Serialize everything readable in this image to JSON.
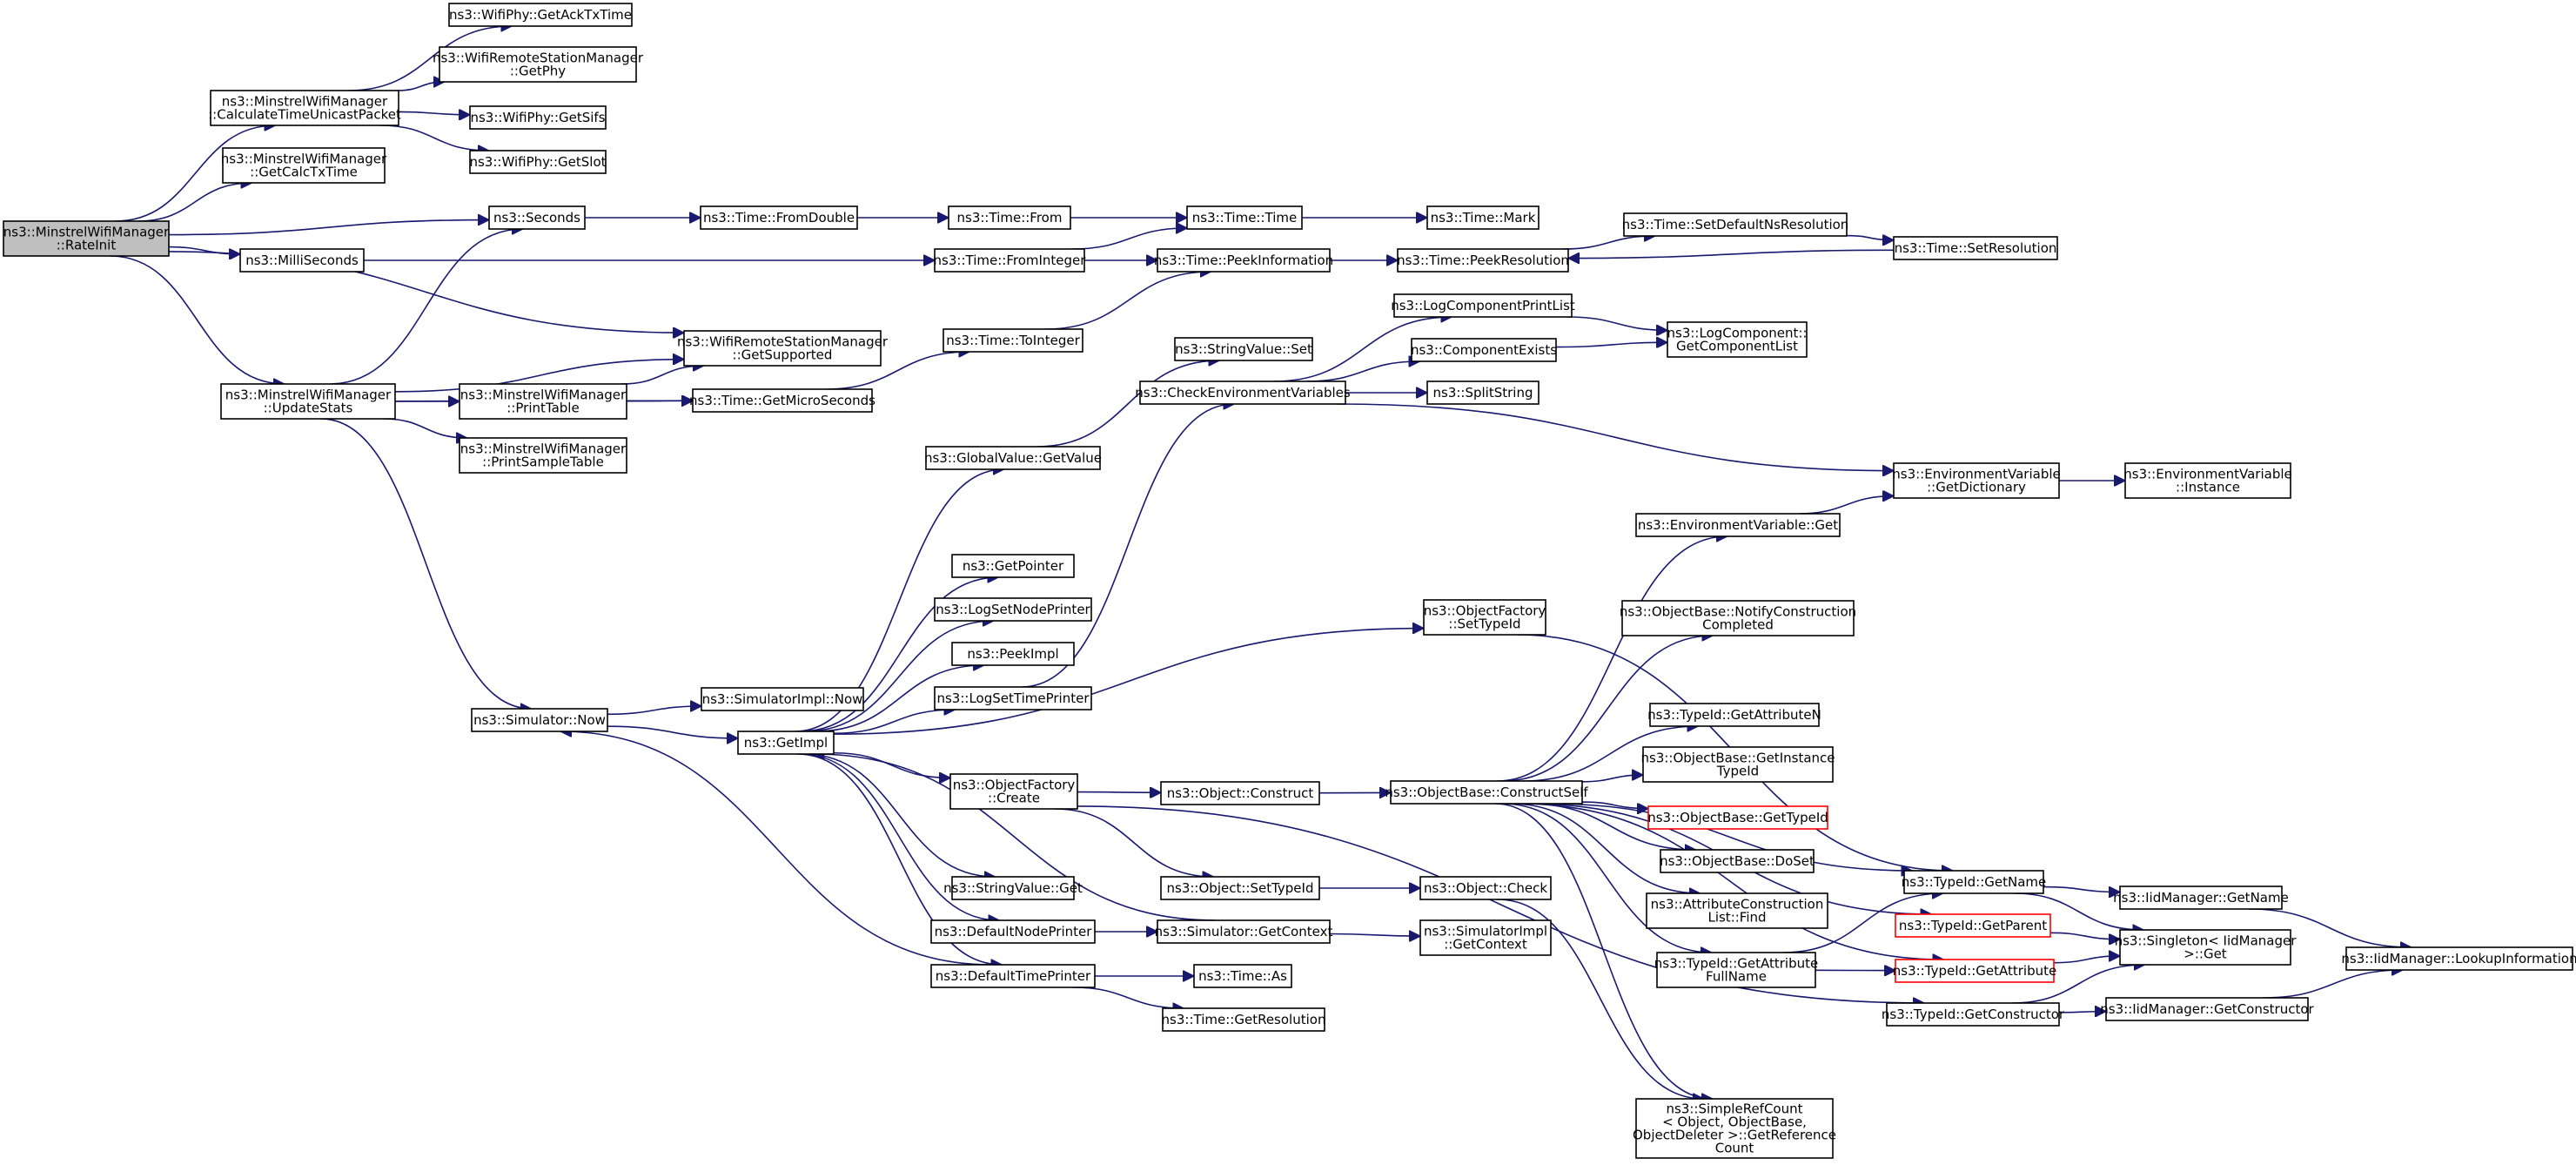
{
  "colors": {
    "edge": "#191970",
    "root_fill": "#bfbfbf",
    "node_fill": "#ffffff",
    "node_border": "#000000",
    "highlight_border": "#ff0000"
  },
  "nodes": [
    {
      "id": "rateinit",
      "lines": [
        "ns3::MinstrelWifiManager",
        "::RateInit"
      ],
      "style": "root"
    },
    {
      "id": "calcunicast",
      "lines": [
        "ns3::MinstrelWifiManager",
        "::CalculateTimeUnicastPacket"
      ]
    },
    {
      "id": "getcalctx",
      "lines": [
        "ns3::MinstrelWifiManager",
        "::GetCalcTxTime"
      ]
    },
    {
      "id": "seconds",
      "lines": [
        "ns3::Seconds"
      ]
    },
    {
      "id": "milliseconds",
      "lines": [
        "ns3::MilliSeconds"
      ]
    },
    {
      "id": "updatestats",
      "lines": [
        "ns3::MinstrelWifiManager",
        "::UpdateStats"
      ]
    },
    {
      "id": "simnow",
      "lines": [
        "ns3::Simulator::Now"
      ]
    },
    {
      "id": "getacktx",
      "lines": [
        "ns3::WifiPhy::GetAckTxTime"
      ]
    },
    {
      "id": "getphy",
      "lines": [
        "ns3::WifiRemoteStationManager",
        "::GetPhy"
      ]
    },
    {
      "id": "getsifs",
      "lines": [
        "ns3::WifiPhy::GetSifs"
      ]
    },
    {
      "id": "getslot",
      "lines": [
        "ns3::WifiPhy::GetSlot"
      ]
    },
    {
      "id": "fromdouble",
      "lines": [
        "ns3::Time::FromDouble"
      ]
    },
    {
      "id": "getsupported",
      "lines": [
        "ns3::WifiRemoteStationManager",
        "::GetSupported"
      ]
    },
    {
      "id": "printtable",
      "lines": [
        "ns3::MinstrelWifiManager",
        "::PrintTable"
      ]
    },
    {
      "id": "printsample",
      "lines": [
        "ns3::MinstrelWifiManager",
        "::PrintSampleTable"
      ]
    },
    {
      "id": "getmicro",
      "lines": [
        "ns3::Time::GetMicroSeconds"
      ]
    },
    {
      "id": "simimplnow",
      "lines": [
        "ns3::SimulatorImpl::Now"
      ]
    },
    {
      "id": "getimpl",
      "lines": [
        "ns3::GetImpl"
      ]
    },
    {
      "id": "timefrom",
      "lines": [
        "ns3::Time::From"
      ]
    },
    {
      "id": "frominteger",
      "lines": [
        "ns3::Time::FromInteger"
      ]
    },
    {
      "id": "tointeger",
      "lines": [
        "ns3::Time::ToInteger"
      ]
    },
    {
      "id": "gvgetvalue",
      "lines": [
        "ns3::GlobalValue::GetValue"
      ]
    },
    {
      "id": "getpointer",
      "lines": [
        "ns3::GetPointer"
      ]
    },
    {
      "id": "logsetnode",
      "lines": [
        "ns3::LogSetNodePrinter"
      ]
    },
    {
      "id": "peekimpl",
      "lines": [
        "ns3::PeekImpl"
      ]
    },
    {
      "id": "logsettime",
      "lines": [
        "ns3::LogSetTimePrinter"
      ]
    },
    {
      "id": "ofcreate",
      "lines": [
        "ns3::ObjectFactory",
        "::Create"
      ]
    },
    {
      "id": "svget",
      "lines": [
        "ns3::StringValue::Get"
      ]
    },
    {
      "id": "defnodeprinter",
      "lines": [
        "ns3::DefaultNodePrinter"
      ]
    },
    {
      "id": "deftimeprinter",
      "lines": [
        "ns3::DefaultTimePrinter"
      ]
    },
    {
      "id": "timetime",
      "lines": [
        "ns3::Time::Time"
      ]
    },
    {
      "id": "peekinfo",
      "lines": [
        "ns3::Time::PeekInformation"
      ]
    },
    {
      "id": "svset",
      "lines": [
        "ns3::StringValue::Set"
      ]
    },
    {
      "id": "checkenv",
      "lines": [
        "ns3::CheckEnvironmentVariables"
      ]
    },
    {
      "id": "objconstruct",
      "lines": [
        "ns3::Object::Construct"
      ]
    },
    {
      "id": "objsettypeid",
      "lines": [
        "ns3::Object::SetTypeId"
      ]
    },
    {
      "id": "simgetctx",
      "lines": [
        "ns3::Simulator::GetContext"
      ]
    },
    {
      "id": "timeas",
      "lines": [
        "ns3::Time::As"
      ]
    },
    {
      "id": "timegetres",
      "lines": [
        "ns3::Time::GetResolution"
      ]
    },
    {
      "id": "timemark",
      "lines": [
        "ns3::Time::Mark"
      ]
    },
    {
      "id": "peekres",
      "lines": [
        "ns3::Time::PeekResolution"
      ]
    },
    {
      "id": "logcompprint",
      "lines": [
        "ns3::LogComponentPrintList"
      ]
    },
    {
      "id": "compexists",
      "lines": [
        "ns3::ComponentExists"
      ]
    },
    {
      "id": "splitstring",
      "lines": [
        "ns3::SplitString"
      ]
    },
    {
      "id": "ofsettypeid",
      "lines": [
        "ns3::ObjectFactory",
        "::SetTypeId"
      ]
    },
    {
      "id": "obconstructself",
      "lines": [
        "ns3::ObjectBase::ConstructSelf"
      ]
    },
    {
      "id": "objcheck",
      "lines": [
        "ns3::Object::Check"
      ]
    },
    {
      "id": "simimplgetctx",
      "lines": [
        "ns3::SimulatorImpl",
        "::GetContext"
      ]
    },
    {
      "id": "setdefaultres",
      "lines": [
        "ns3::Time::SetDefaultNsResolution"
      ]
    },
    {
      "id": "logcompgetlist",
      "lines": [
        "ns3::LogComponent::",
        "GetComponentList"
      ]
    },
    {
      "id": "envget",
      "lines": [
        "ns3::EnvironmentVariable::Get"
      ]
    },
    {
      "id": "obnotify",
      "lines": [
        "ns3::ObjectBase::NotifyConstruction",
        "Completed"
      ]
    },
    {
      "id": "tidgetattrn",
      "lines": [
        "ns3::TypeId::GetAttributeN"
      ]
    },
    {
      "id": "obgetinstance",
      "lines": [
        "ns3::ObjectBase::GetInstance",
        "TypeId"
      ]
    },
    {
      "id": "obgettypeid",
      "lines": [
        "ns3::ObjectBase::GetTypeId"
      ],
      "style": "red"
    },
    {
      "id": "obdoset",
      "lines": [
        "ns3::ObjectBase::DoSet"
      ]
    },
    {
      "id": "acllistfind",
      "lines": [
        "ns3::AttributeConstruction",
        "List::Find"
      ]
    },
    {
      "id": "tidgetattrfull",
      "lines": [
        "ns3::TypeId::GetAttribute",
        "FullName"
      ]
    },
    {
      "id": "simplerefcount",
      "lines": [
        "ns3::SimpleRefCount",
        "< Object, ObjectBase,",
        "ObjectDeleter >::GetReference",
        "Count"
      ]
    },
    {
      "id": "timesetres",
      "lines": [
        "ns3::Time::SetResolution"
      ]
    },
    {
      "id": "envgetdict",
      "lines": [
        "ns3::EnvironmentVariable",
        "::GetDictionary"
      ]
    },
    {
      "id": "tidgetname",
      "lines": [
        "ns3::TypeId::GetName"
      ]
    },
    {
      "id": "tidgetparent",
      "lines": [
        "ns3::TypeId::GetParent"
      ],
      "style": "red"
    },
    {
      "id": "tidgetattribute",
      "lines": [
        "ns3::TypeId::GetAttribute"
      ],
      "style": "red"
    },
    {
      "id": "tidgetconstructor",
      "lines": [
        "ns3::TypeId::GetConstructor"
      ]
    },
    {
      "id": "envinstance",
      "lines": [
        "ns3::EnvironmentVariable",
        "::Instance"
      ]
    },
    {
      "id": "iidgetname",
      "lines": [
        "ns3::IidManager::GetName"
      ]
    },
    {
      "id": "singletonget",
      "lines": [
        "ns3::Singleton< IidManager",
        ">::Get"
      ]
    },
    {
      "id": "iidgetconstructor",
      "lines": [
        "ns3::IidManager::GetConstructor"
      ]
    },
    {
      "id": "iidlookup",
      "lines": [
        "ns3::IidManager::LookupInformation"
      ]
    }
  ],
  "edges": [
    [
      "rateinit",
      "calcunicast"
    ],
    [
      "rateinit",
      "getcalctx"
    ],
    [
      "rateinit",
      "seconds"
    ],
    [
      "rateinit",
      "milliseconds"
    ],
    [
      "rateinit",
      "updatestats"
    ],
    [
      "rateinit",
      "getsupported"
    ],
    [
      "calcunicast",
      "getacktx"
    ],
    [
      "calcunicast",
      "getphy"
    ],
    [
      "calcunicast",
      "getsifs"
    ],
    [
      "calcunicast",
      "getslot"
    ],
    [
      "seconds",
      "fromdouble"
    ],
    [
      "fromdouble",
      "timefrom"
    ],
    [
      "timefrom",
      "timetime"
    ],
    [
      "timetime",
      "timemark"
    ],
    [
      "milliseconds",
      "frominteger"
    ],
    [
      "frominteger",
      "timetime"
    ],
    [
      "frominteger",
      "peekinfo"
    ],
    [
      "peekinfo",
      "peekres"
    ],
    [
      "peekres",
      "setdefaultres"
    ],
    [
      "setdefaultres",
      "timesetres"
    ],
    [
      "timesetres",
      "peekres"
    ],
    [
      "updatestats",
      "seconds"
    ],
    [
      "updatestats",
      "getsupported"
    ],
    [
      "updatestats",
      "printtable"
    ],
    [
      "updatestats",
      "printsample"
    ],
    [
      "updatestats",
      "getmicro"
    ],
    [
      "updatestats",
      "simnow"
    ],
    [
      "printtable",
      "getsupported"
    ],
    [
      "printtable",
      "getmicro"
    ],
    [
      "getmicro",
      "tointeger"
    ],
    [
      "tointeger",
      "peekinfo"
    ],
    [
      "simnow",
      "simimplnow"
    ],
    [
      "simnow",
      "getimpl"
    ],
    [
      "getimpl",
      "gvgetvalue"
    ],
    [
      "getimpl",
      "getpointer"
    ],
    [
      "getimpl",
      "logsetnode"
    ],
    [
      "getimpl",
      "peekimpl"
    ],
    [
      "getimpl",
      "logsettime"
    ],
    [
      "getimpl",
      "ofsettypeid"
    ],
    [
      "getimpl",
      "ofcreate"
    ],
    [
      "getimpl",
      "svget"
    ],
    [
      "getimpl",
      "defnodeprinter"
    ],
    [
      "getimpl",
      "deftimeprinter"
    ],
    [
      "gvgetvalue",
      "svset"
    ],
    [
      "logsettime",
      "checkenv"
    ],
    [
      "checkenv",
      "logcompprint"
    ],
    [
      "checkenv",
      "compexists"
    ],
    [
      "checkenv",
      "splitstring"
    ],
    [
      "checkenv",
      "envgetdict"
    ],
    [
      "logcompprint",
      "logcompgetlist"
    ],
    [
      "compexists",
      "logcompgetlist"
    ],
    [
      "envgetdict",
      "envinstance"
    ],
    [
      "ofsettypeid",
      "tidgetname"
    ],
    [
      "ofcreate",
      "objconstruct"
    ],
    [
      "ofcreate",
      "objsettypeid"
    ],
    [
      "ofcreate",
      "tidgetconstructor"
    ],
    [
      "objconstruct",
      "obconstructself"
    ],
    [
      "objsettypeid",
      "objcheck"
    ],
    [
      "objcheck",
      "simplerefcount"
    ],
    [
      "simgetctx",
      "getimpl"
    ],
    [
      "simgetctx",
      "simimplgetctx"
    ],
    [
      "defnodeprinter",
      "simgetctx"
    ],
    [
      "deftimeprinter",
      "simnow"
    ],
    [
      "deftimeprinter",
      "timeas"
    ],
    [
      "deftimeprinter",
      "timegetres"
    ],
    [
      "obconstructself",
      "envget"
    ],
    [
      "obconstructself",
      "obnotify"
    ],
    [
      "obconstructself",
      "tidgetattrn"
    ],
    [
      "obconstructself",
      "obgetinstance"
    ],
    [
      "obconstructself",
      "obgettypeid"
    ],
    [
      "obconstructself",
      "obdoset"
    ],
    [
      "obconstructself",
      "acllistfind"
    ],
    [
      "obconstructself",
      "tidgetattrfull"
    ],
    [
      "obconstructself",
      "tidgetname"
    ],
    [
      "obconstructself",
      "tidgetparent"
    ],
    [
      "obconstructself",
      "tidgetattribute"
    ],
    [
      "obconstructself",
      "simplerefcount"
    ],
    [
      "envget",
      "envgetdict"
    ],
    [
      "tidgetattrfull",
      "tidgetname"
    ],
    [
      "tidgetattrfull",
      "tidgetattribute"
    ],
    [
      "tidgetname",
      "iidgetname"
    ],
    [
      "tidgetname",
      "singletonget"
    ],
    [
      "tidgetparent",
      "singletonget"
    ],
    [
      "tidgetattribute",
      "singletonget"
    ],
    [
      "tidgetconstructor",
      "singletonget"
    ],
    [
      "tidgetconstructor",
      "iidgetconstructor"
    ],
    [
      "iidgetname",
      "iidlookup"
    ],
    [
      "iidgetconstructor",
      "iidlookup"
    ]
  ]
}
